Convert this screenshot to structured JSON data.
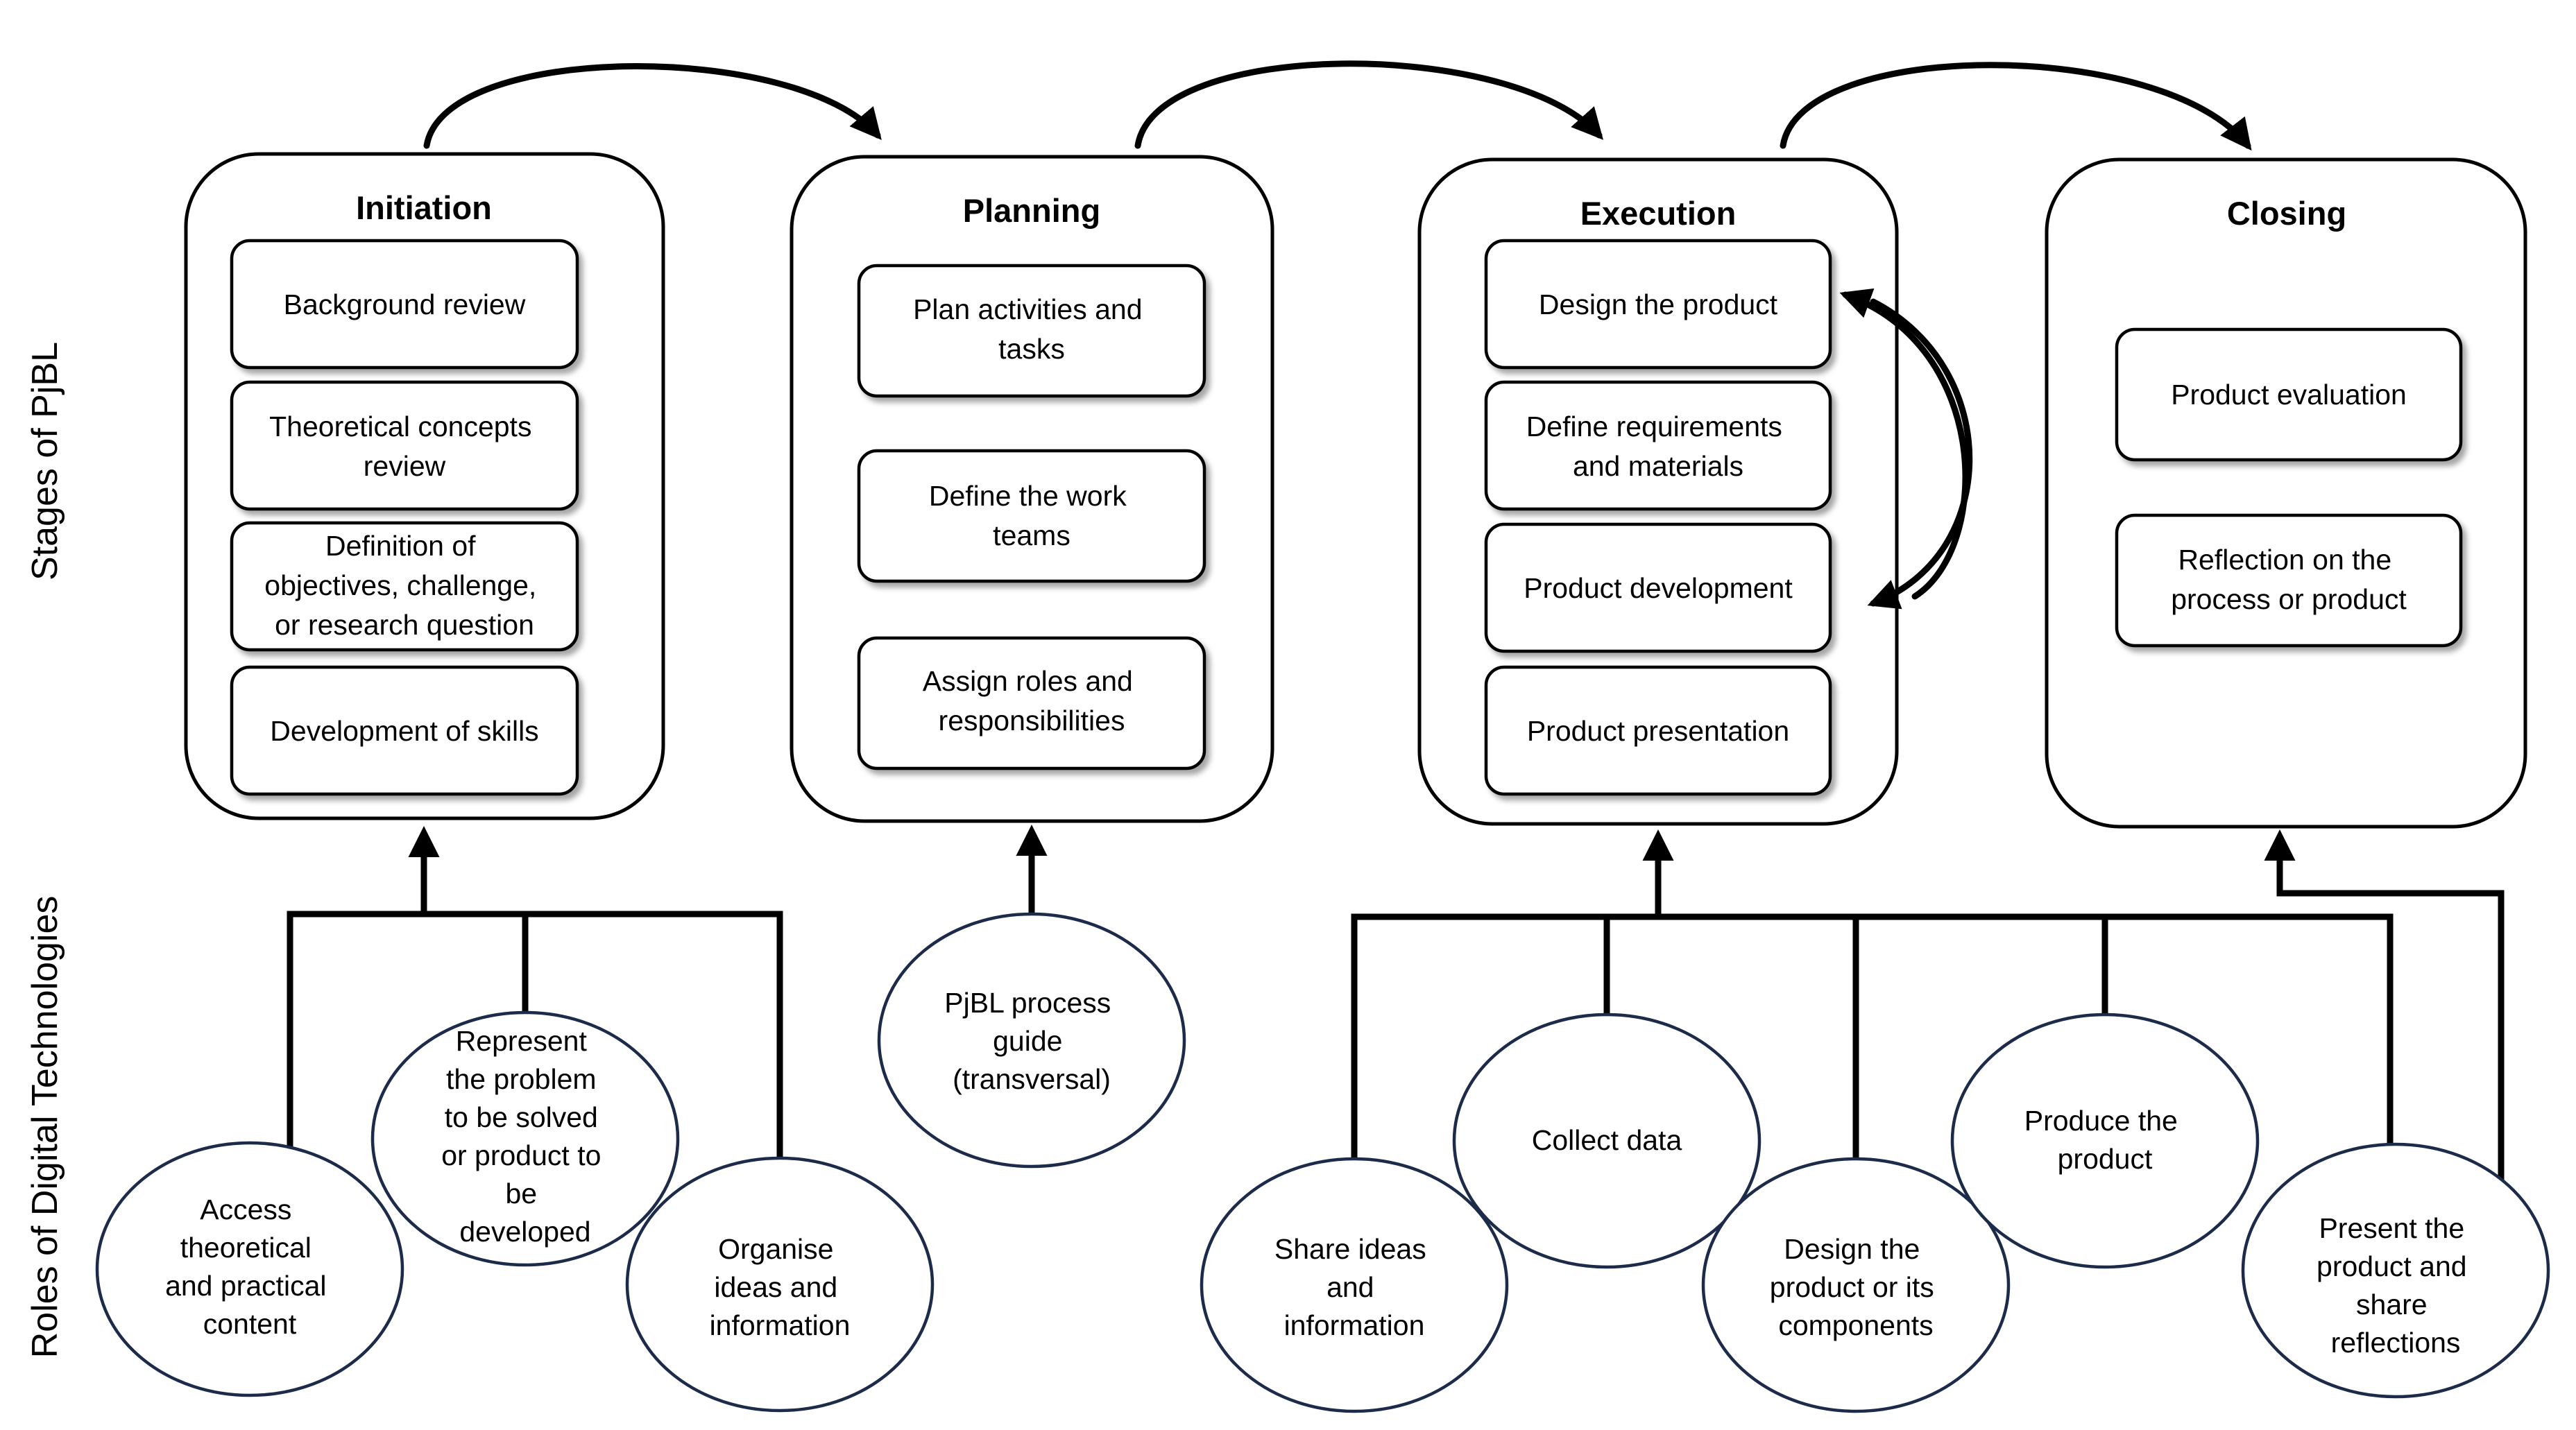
{
  "side_labels": {
    "stages": "Stages of PjBL",
    "roles": "Roles of Digital Technologies"
  },
  "stages": [
    {
      "title": "Initiation",
      "tasks": [
        [
          "Background review"
        ],
        [
          "Theoretical concepts",
          "review"
        ],
        [
          "Definition of",
          "objectives, challenge,",
          "or research question"
        ],
        [
          "Development of skills"
        ]
      ]
    },
    {
      "title": "Planning",
      "tasks": [
        [
          "Plan activities and",
          "tasks"
        ],
        [
          "Define the work",
          "teams"
        ],
        [
          "Assign roles and",
          "responsibilities"
        ]
      ]
    },
    {
      "title": "Execution",
      "tasks": [
        [
          "Design the product"
        ],
        [
          "Define requirements",
          "and materials"
        ],
        [
          "Product development"
        ],
        [
          "Product presentation"
        ]
      ]
    },
    {
      "title": "Closing",
      "tasks": [
        [
          "Product evaluation"
        ],
        [
          "Reflection on the",
          "process or product"
        ]
      ]
    }
  ],
  "roles": {
    "initiation": [
      [
        "Access",
        "theoretical",
        "and practical",
        "content"
      ],
      [
        "Represent",
        "the problem",
        "to be solved",
        "or product to",
        "be",
        "developed"
      ],
      [
        "Organise",
        "ideas and",
        "information"
      ]
    ],
    "planning": [
      [
        "PjBL process",
        "guide",
        "(transversal)"
      ]
    ],
    "execution": [
      [
        "Share ideas",
        "and",
        "information"
      ],
      [
        "Collect data"
      ],
      [
        "Design the",
        "product or its",
        "components"
      ],
      [
        "Produce the",
        "product"
      ]
    ],
    "closing": [
      [
        "Present the",
        "product and",
        "share",
        "reflections"
      ]
    ]
  }
}
